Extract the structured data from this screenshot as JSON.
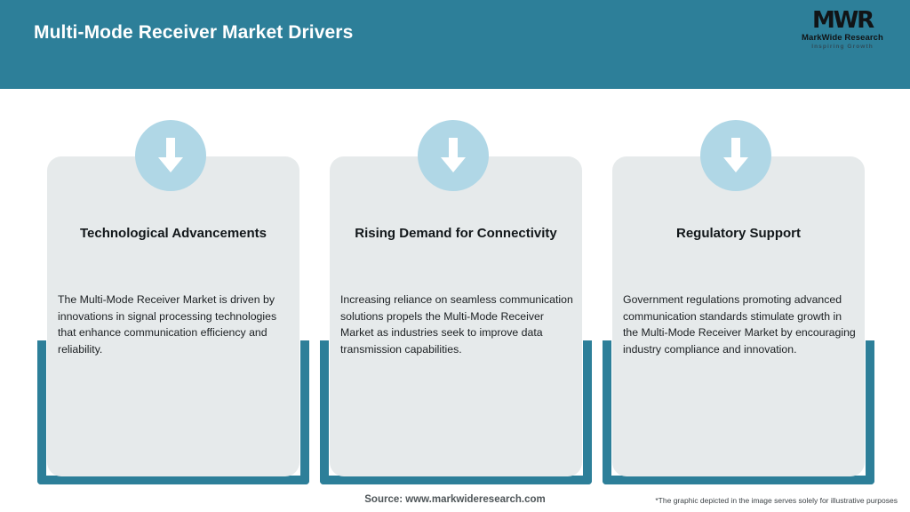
{
  "header": {
    "title": "Multi-Mode Receiver Market Drivers",
    "background_color": "#2d7f99",
    "title_color": "#ffffff"
  },
  "logo": {
    "mark": "MWR",
    "name": "MarkWide Research",
    "tagline": "Inspiring Growth"
  },
  "theme": {
    "accent_teal": "#2d7f99",
    "icon_circle_blue": "#b0d7e6",
    "card_background": "#e6eaeb",
    "page_background": "#ffffff"
  },
  "cards": [
    {
      "icon": "arrow-down-icon",
      "title": "Technological Advancements",
      "body": "The Multi-Mode Receiver Market is driven by innovations in signal processing technologies that enhance communication efficiency and reliability."
    },
    {
      "icon": "arrow-down-icon",
      "title": "Rising Demand for Connectivity",
      "body": "Increasing reliance on seamless communication solutions propels the Multi-Mode Receiver Market as industries seek to improve data transmission capabilities."
    },
    {
      "icon": "arrow-down-icon",
      "title": "Regulatory Support",
      "body": "Government regulations promoting advanced communication standards stimulate growth in the Multi-Mode Receiver Market by encouraging industry compliance and innovation."
    }
  ],
  "footer": {
    "source": "Source: www.markwideresearch.com",
    "disclaimer": "*The graphic depicted in the image serves solely for illustrative purposes"
  }
}
